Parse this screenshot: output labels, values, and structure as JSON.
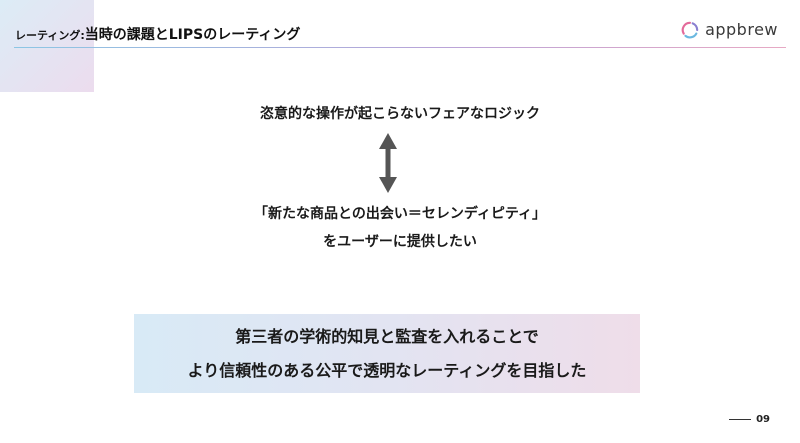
{
  "header": {
    "title_prefix": "レーティング:",
    "title_main": "当時の課題とLIPSのレーティング",
    "brand": "appbrew"
  },
  "content": {
    "line1": "恣意的な操作が起こらないフェアなロジック",
    "line2": "「新たな商品との出会い＝セレンディピティ」",
    "line3": "をユーザーに提供したい"
  },
  "highlight": {
    "line1": "第三者の学術的知見と監査を入れることで",
    "line2": "より信頼性のある公平で透明なレーティングを目指した"
  },
  "footer": {
    "page_number": "09"
  },
  "colors": {
    "arrow": "#555555",
    "rule_start": "#8cc6e4",
    "rule_end": "#e7a9c4"
  }
}
